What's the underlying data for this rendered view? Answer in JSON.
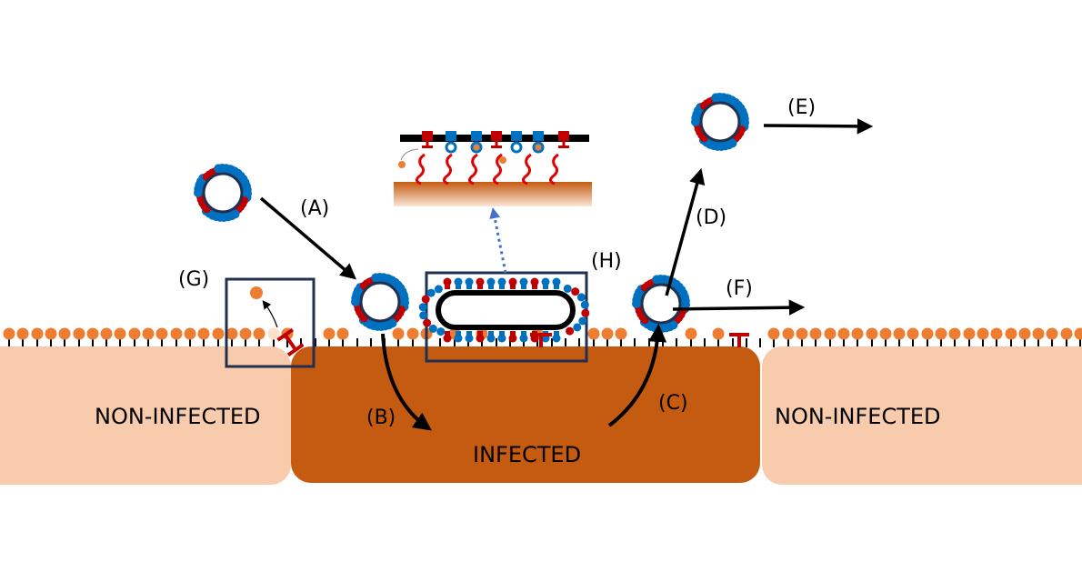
{
  "diagram": {
    "cells": [
      {
        "id": "left",
        "label": "NON-INFECTED",
        "state": "non-infected"
      },
      {
        "id": "center",
        "label": "INFECTED",
        "state": "infected"
      },
      {
        "id": "right",
        "label": "NON-INFECTED",
        "state": "non-infected"
      }
    ],
    "step_labels": {
      "A": "(A)",
      "B": "(B)",
      "C": "(C)",
      "D": "(D)",
      "E": "(E)",
      "F": "(F)",
      "G": "(G)",
      "H": "(H)"
    },
    "colors": {
      "infected_cell": "#c55a11",
      "non_infected_cell": "#f8cbad",
      "receptor_head": "#ed7d31",
      "receptor_faded": "#fbe0cc",
      "spike_blue": "#0070c0",
      "neuraminidase_red": "#c00000",
      "box_outline": "#1f3050",
      "dotted_arrow": "#4472c4"
    }
  }
}
